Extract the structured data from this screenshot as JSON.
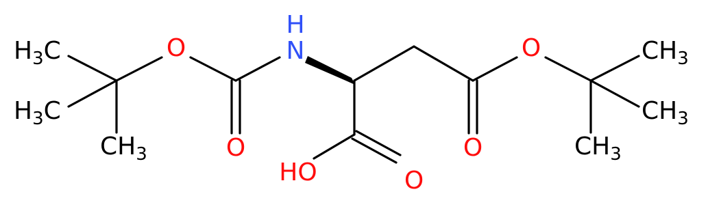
{
  "colors": {
    "bond": "#000000",
    "carbon": "#000000",
    "oxygen": "#ff0d0d",
    "nitrogen": "#3050f8"
  },
  "atoms": {
    "ch3_top_left": {
      "main": "H",
      "sub": "3",
      "tail": "C"
    },
    "ch3_mid_left": {
      "main": "H",
      "sub": "3",
      "tail": "C"
    },
    "ch3_bottom_left": {
      "main": "CH",
      "sub": "3"
    },
    "o_boc_ether": {
      "main": "O"
    },
    "o_boc_carbonyl": {
      "main": "O"
    },
    "nh": {
      "main": "H",
      "second": "N"
    },
    "oh": {
      "main": "HO"
    },
    "o_acid_carbonyl": {
      "main": "O"
    },
    "o_ester_carbonyl": {
      "main": "O"
    },
    "o_ester_ether": {
      "main": "O"
    },
    "ch3_top_right": {
      "main": "CH",
      "sub": "3"
    },
    "ch3_mid_right": {
      "main": "CH",
      "sub": "3"
    },
    "ch3_bottom_right": {
      "main": "CH",
      "sub": "3"
    }
  }
}
